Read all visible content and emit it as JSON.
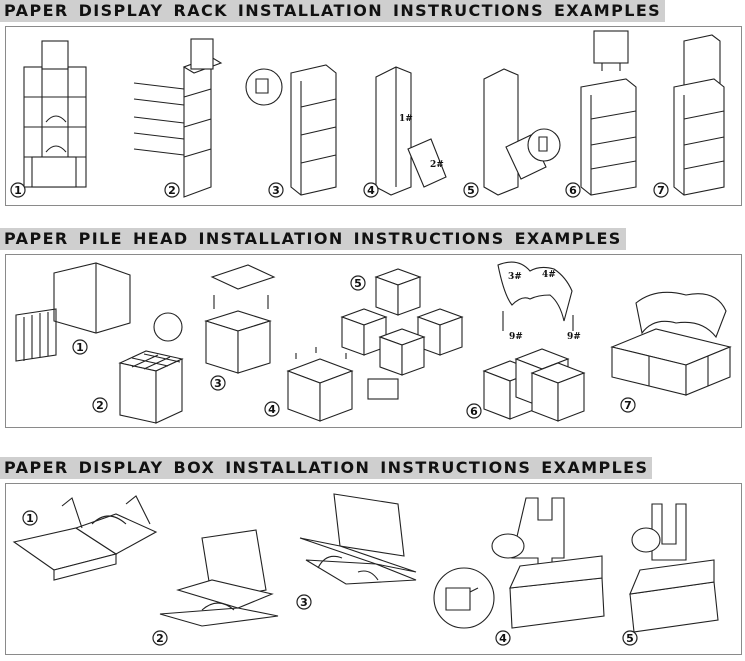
{
  "sections": [
    {
      "title": "PAPER DISPLAY RACK INSTALLATION INSTRUCTIONS EXAMPLES",
      "steps": [
        "1",
        "2",
        "3",
        "4",
        "5",
        "6",
        "7"
      ],
      "part_labels": [
        "1#",
        "2#"
      ]
    },
    {
      "title": "PAPER PILE HEAD INSTALLATION INSTRUCTIONS EXAMPLES",
      "steps": [
        "1",
        "2",
        "3",
        "4",
        "5",
        "6",
        "7"
      ],
      "part_labels": [
        "3#",
        "4#",
        "9#",
        "9#"
      ]
    },
    {
      "title": "PAPER DISPLAY BOX INSTALLATION INSTRUCTIONS EXAMPLES",
      "steps": [
        "1",
        "2",
        "3",
        "4",
        "5"
      ]
    }
  ]
}
